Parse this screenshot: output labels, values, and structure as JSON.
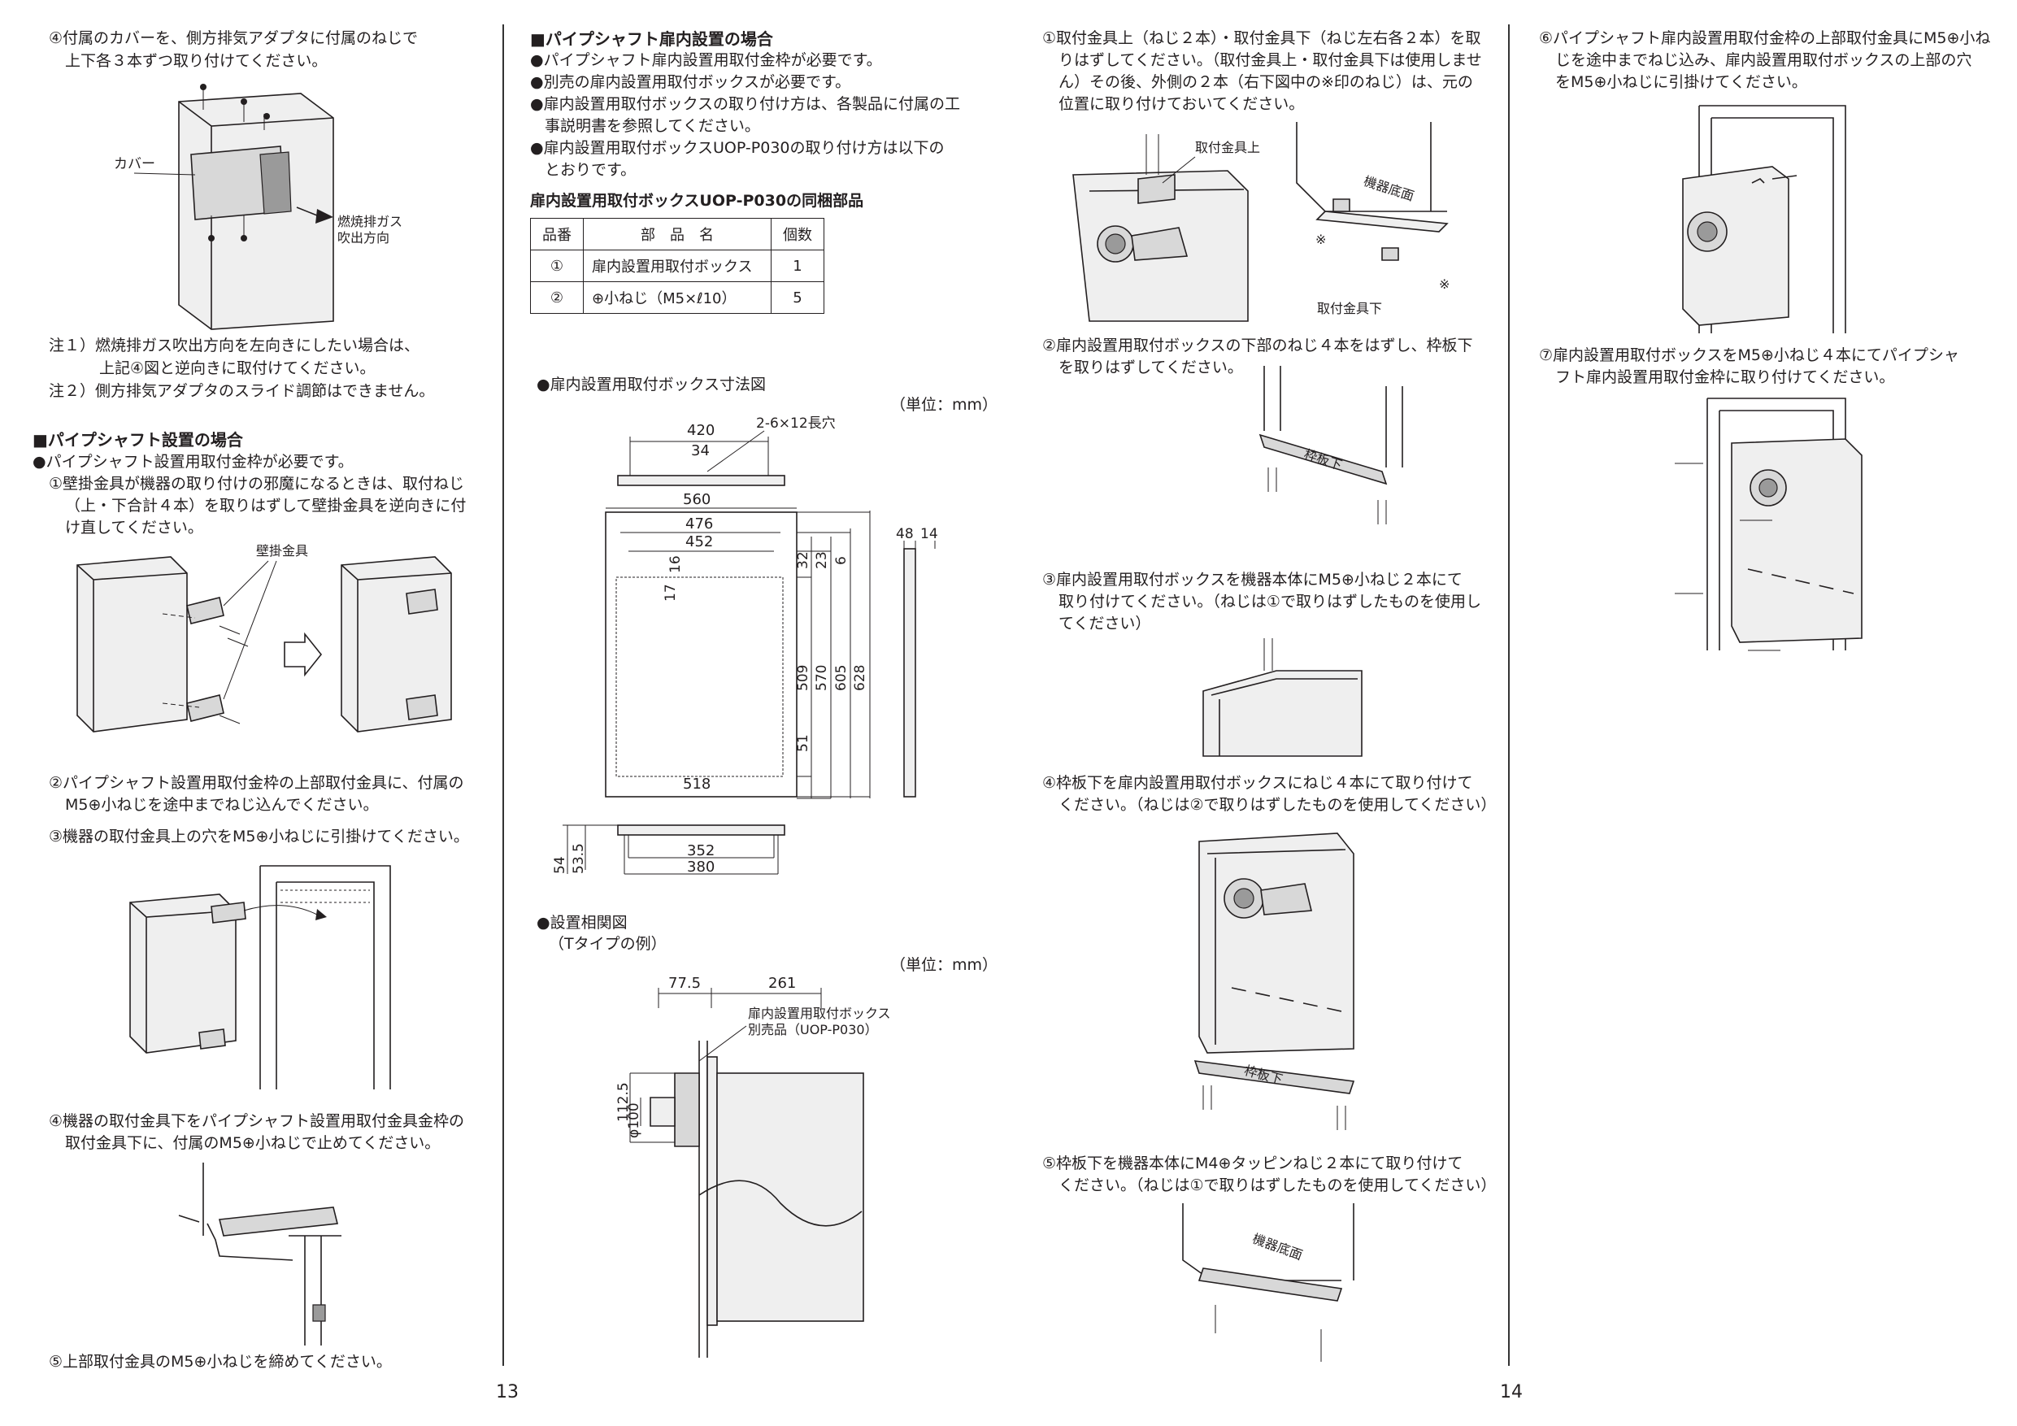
{
  "page_left": {
    "s4": [
      "④付属のカバーを、側方排気アダプタに付属のねじで",
      "上下各３本ずつ取り付けてください。"
    ],
    "fig_cover": {
      "label_cover": "カバー",
      "label_exhaust": [
        "燃焼排ガス",
        "吹出方向"
      ]
    },
    "notes": [
      "注１）燃焼排ガス吹出方向を左向きにしたい場合は、",
      "上記④図と逆向きに取付けてください。",
      "注２）側方排気アダプタのスライド調節はできません。"
    ],
    "ps_title": "■パイプシャフト設置の場合",
    "ps_bullet": "●パイプシャフト設置用取付金枠が必要です。",
    "ps_step1": [
      "①壁掛金具が機器の取り付けの邪魔になるときは、取付ねじ",
      "（上・下合計４本）を取りはずして壁掛金具を逆向きに付",
      "け直してください。"
    ],
    "fig_bracket_label": "壁掛金具",
    "ps_step2": [
      "②パイプシャフト設置用取付金枠の上部取付金具に、付属の",
      "M5⊕小ねじを途中までねじ込んでください。"
    ],
    "ps_step3": "③機器の取付金具上の穴をM5⊕小ねじに引掛けてください。",
    "ps_step4": [
      "④機器の取付金具下をパイプシャフト設置用取付金具金枠の",
      "取付金具下に、付属のM5⊕小ねじで止めてください。"
    ],
    "ps_step5": "⑤上部取付金具のM5⊕小ねじを締めてください。",
    "page_number": "13"
  },
  "page_mid": {
    "title": "■パイプシャフト扉内設置の場合",
    "bullets": [
      "●パイプシャフト扉内設置用取付金枠が必要です。",
      "●別売の扉内設置用取付ボックスが必要です。",
      "●扉内設置用取付ボックスの取り付け方は、各製品に付属の工",
      "事説明書を参照してください。",
      "●扉内設置用取付ボックスUOP-P030の取り付け方は以下の",
      "とおりです。"
    ],
    "table_title": "扉内設置用取付ボックスUOP-P030の同梱部品",
    "table": {
      "headers": [
        "品番",
        "部　品　名",
        "個数"
      ],
      "rows": [
        [
          "①",
          "扉内設置用取付ボックス",
          "1"
        ],
        [
          "②",
          "⊕小ねじ（M5×ℓ10）",
          "5"
        ]
      ]
    },
    "dim_title": "●扉内設置用取付ボックス寸法図",
    "unit": "（単位：mm）",
    "dims": {
      "d420": "420",
      "d34": "34",
      "slot": "2-6×12長穴",
      "d560": "560",
      "d476": "476",
      "d452": "452",
      "d48": "48",
      "d14": "14",
      "d16": "16",
      "d17": "17",
      "d32": "32",
      "d23": "23",
      "d6": "6",
      "d509": "509",
      "d570": "570",
      "d605": "605",
      "d628": "628",
      "d51": "51",
      "d518": "518",
      "d352": "352",
      "d380": "380",
      "d54": "54",
      "d53_5": "53.5"
    },
    "rel_title": [
      "●設置相関図",
      "（Tタイプの例）"
    ],
    "unit2": "（単位：mm）",
    "rel": {
      "d77_5": "77.5",
      "d261": "261",
      "box": "扉内設置用取付ボックス",
      "box2": "別売品（UOP-P030）",
      "d112_5": "112.5",
      "phi": "φ100"
    }
  },
  "page_right": {
    "s1": [
      "①取付金具上（ねじ２本）・取付金具下（ねじ左右各２本）を取",
      "りはずしてください。（取付金具上・取付金具下は使用しませ",
      "ん）その後、外側の２本（右下図中の※印のねじ）は、元の",
      "位置に取り付けておいてください。"
    ],
    "fig1": {
      "upper": "取付金具上",
      "bottom": "機器底面",
      "lower": "取付金具下",
      "mark": "※"
    },
    "s2": [
      "②扉内設置用取付ボックスの下部のねじ４本をはずし、枠板下",
      "を取りはずしてください。"
    ],
    "waku": "枠板下",
    "s3": [
      "③扉内設置用取付ボックスを機器本体にM5⊕小ねじ２本にて",
      "取り付けてください。（ねじは①で取りはずしたものを使用し",
      "てください）"
    ],
    "s4": [
      "④枠板下を扉内設置用取付ボックスにねじ４本にて取り付けて",
      "ください。（ねじは②で取りはずしたものを使用してください）"
    ],
    "s5": [
      "⑤枠板下を機器本体にM4⊕タッピンねじ２本にて取り付けて",
      "ください。（ねじは①で取りはずしたものを使用してください）"
    ],
    "bottom5": "機器底面",
    "s6": [
      "⑥パイプシャフト扉内設置用取付金枠の上部取付金具にM5⊕小ね",
      "じを途中までねじ込み、扉内設置用取付ボックスの上部の穴",
      "をM5⊕小ねじに引掛けてください。"
    ],
    "s7": [
      "⑦扉内設置用取付ボックスをM5⊕小ねじ４本にてパイプシャ",
      "フト扉内設置用取付金枠に取り付けてください。"
    ],
    "page_number": "14"
  }
}
